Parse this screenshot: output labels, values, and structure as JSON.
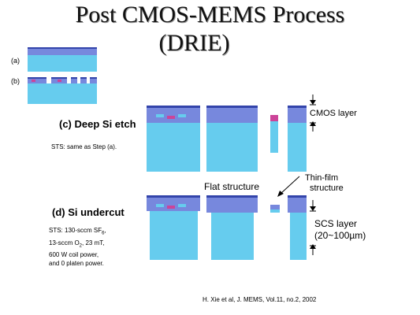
{
  "title": {
    "line1": "Post CMOS-MEMS Process",
    "line2": "(DRIE)"
  },
  "panels": {
    "a_label": "(a)",
    "b_label": "(b)"
  },
  "step_c": {
    "heading": "(c) Deep Si etch",
    "note": "STS: same as Step (a)."
  },
  "step_d": {
    "heading": "(d) Si undercut",
    "note_line1_prefix": "STS: 130-sccm SF",
    "note_line1_sub": "6",
    "note_line1_suffix": ",",
    "note_line2_prefix": "13-sccm O",
    "note_line2_sub": "2",
    "note_line2_suffix": ", 23 mT,",
    "note_line3": "600 W coil power,",
    "note_line4": "and 0 platen power."
  },
  "labels": {
    "cmos_layer": "CMOS layer",
    "flat_structure": "Flat structure",
    "thin_film_line1": "Thin-film",
    "thin_film_line2": "structure",
    "scs_layer_line1": "SCS layer",
    "scs_layer_line2": "(20~100µm)"
  },
  "citation": "H. Xie et al, J. MEMS, Vol.11, no.2, 2002",
  "colors": {
    "silicon": "#66CCEE",
    "cmos": "#7788DD",
    "cmos_top": "#3344AA",
    "metal": "#CC4499"
  }
}
